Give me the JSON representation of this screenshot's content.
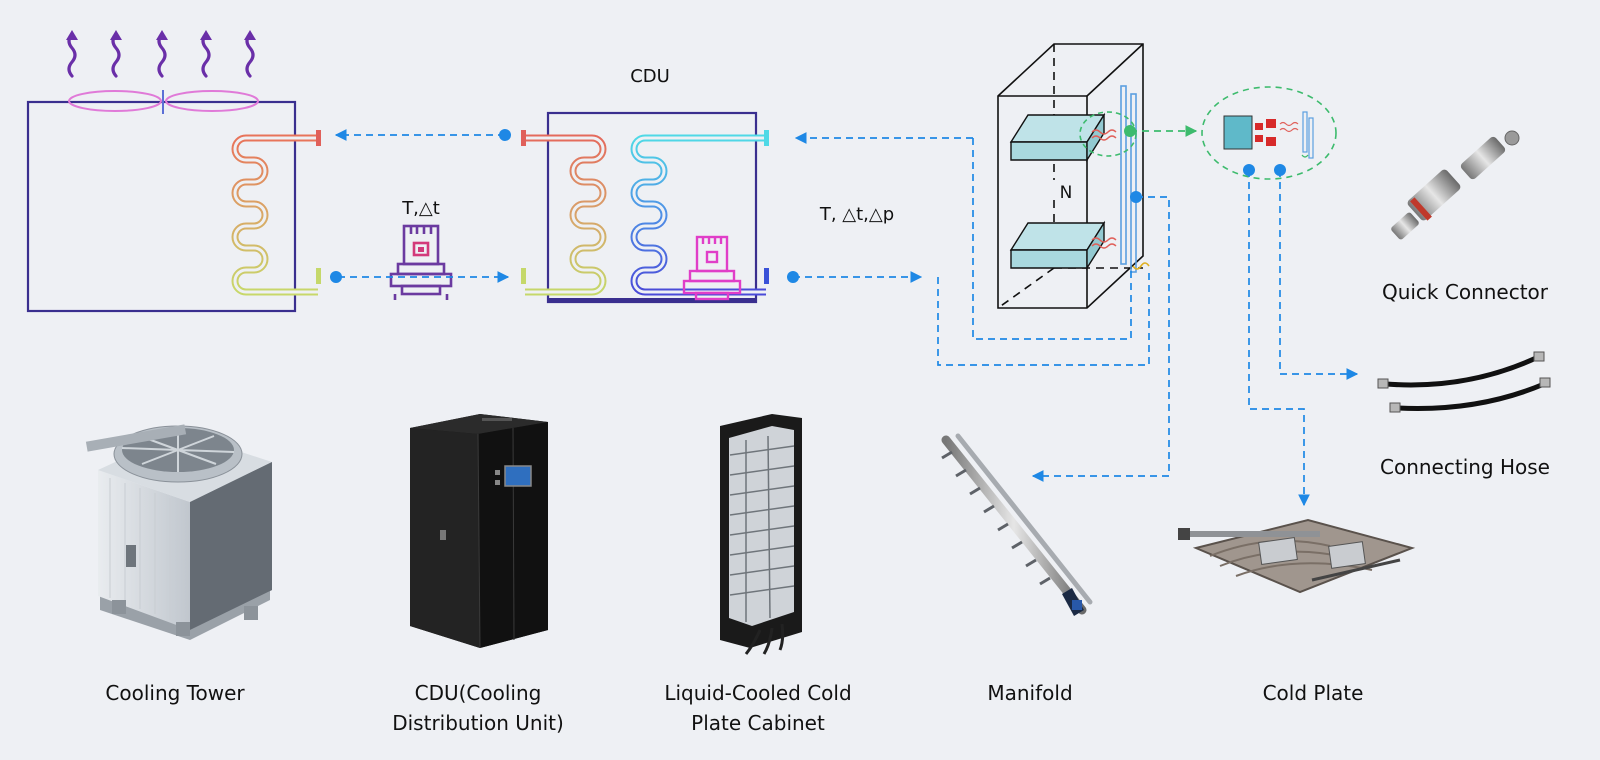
{
  "diagram": {
    "cdu_title": "CDU",
    "sensor_primary": "T,△t",
    "sensor_secondary": "T, △t,△p",
    "rack_count": "N"
  },
  "components": [
    {
      "id": "cooling-tower",
      "lines": [
        "Cooling Tower"
      ]
    },
    {
      "id": "cdu-unit",
      "lines": [
        "CDU(Cooling",
        "Distribution Unit)"
      ]
    },
    {
      "id": "cabinet",
      "lines": [
        "Liquid-Cooled Cold",
        "Plate Cabinet"
      ]
    },
    {
      "id": "manifold",
      "lines": [
        "Manifold"
      ]
    },
    {
      "id": "cold-plate",
      "lines": [
        "Cold Plate"
      ]
    },
    {
      "id": "quick-connector",
      "lines": [
        "Quick Connector"
      ]
    },
    {
      "id": "connecting-hose",
      "lines": [
        "Connecting Hose"
      ]
    }
  ],
  "colors": {
    "flow_blue": "#1e88e5",
    "flow_green": "#3dbb6d",
    "frame": "#3a2f8f",
    "heat": "#6a2fa8",
    "pump_primary": "#6b3aa0",
    "pump_secondary": "#e03ec8",
    "server_fill": "#a9d8de"
  }
}
